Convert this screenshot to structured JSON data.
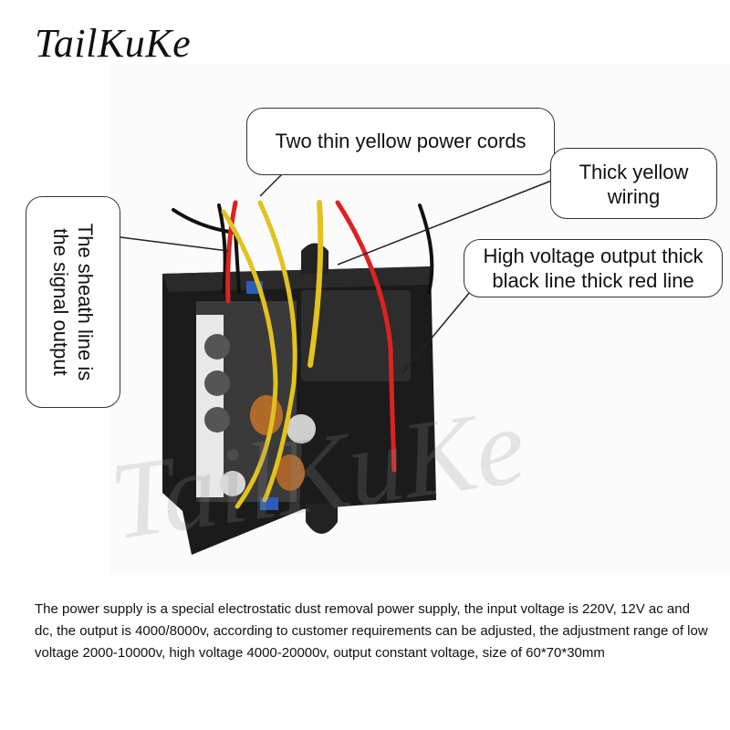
{
  "brand": "TailKuKe",
  "watermark": "TailKuKe",
  "callouts": {
    "yellow_power": "Two thin yellow power cords",
    "thick_yellow": "Thick yellow wiring",
    "high_voltage": "High voltage output thick black line thick red line",
    "sheath": "The sheath line is the signal output"
  },
  "description": "The power supply is a special electrostatic dust removal power supply, the input voltage is 220V, 12V ac and dc, the output is 4000/8000v, according to customer requirements can be adjusted, the adjustment range of low voltage 2000-10000v, high voltage 4000-20000v, output constant voltage, size of 60*70*30mm"
}
